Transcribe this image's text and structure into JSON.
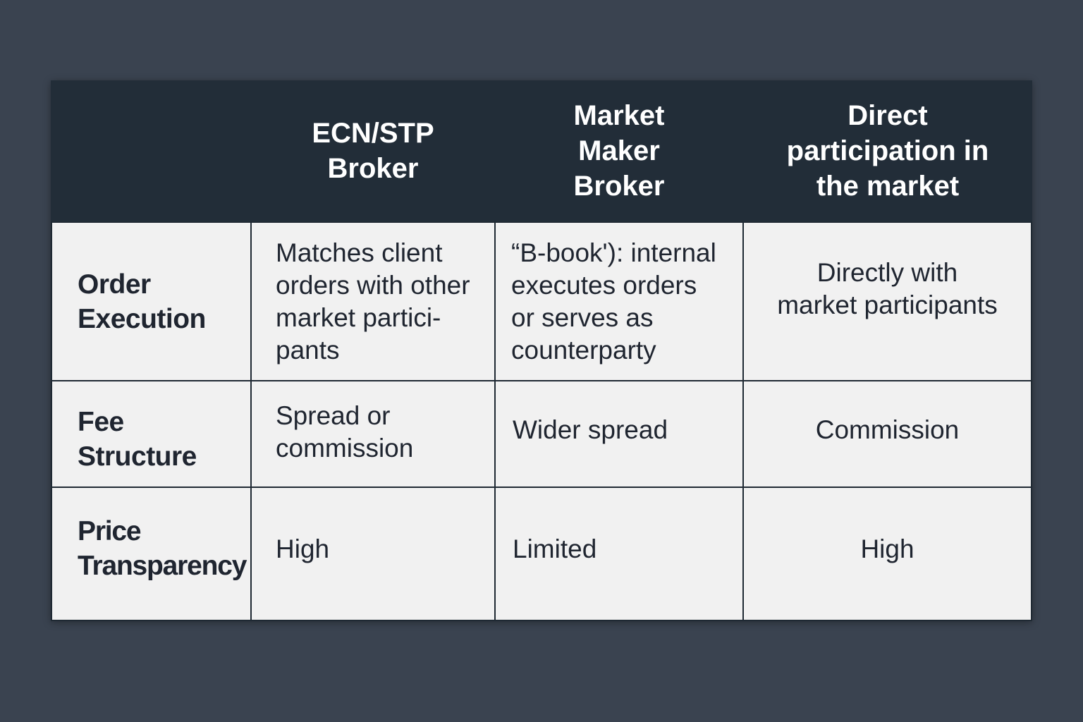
{
  "table": {
    "columns": [
      "",
      "ECN/STP\nBroker",
      "Market\nMaker\nBroker",
      "Direct\nparticipation in\nthe market"
    ],
    "rows": [
      {
        "label": "Order\nExecution",
        "cells": [
          "Matches client\norders with other\nmarket partici-\npants",
          "“B-book'): internal\nexecutes orders\nor serves as\ncounterparty",
          "Directly with\nmarket participants"
        ]
      },
      {
        "label": "Fee\nStructure",
        "cells": [
          "Spread or\ncommission",
          "Wider spread",
          "Commission"
        ]
      },
      {
        "label": "Price\nTransparency",
        "cells": [
          "High",
          "Limited",
          "High"
        ]
      }
    ]
  }
}
